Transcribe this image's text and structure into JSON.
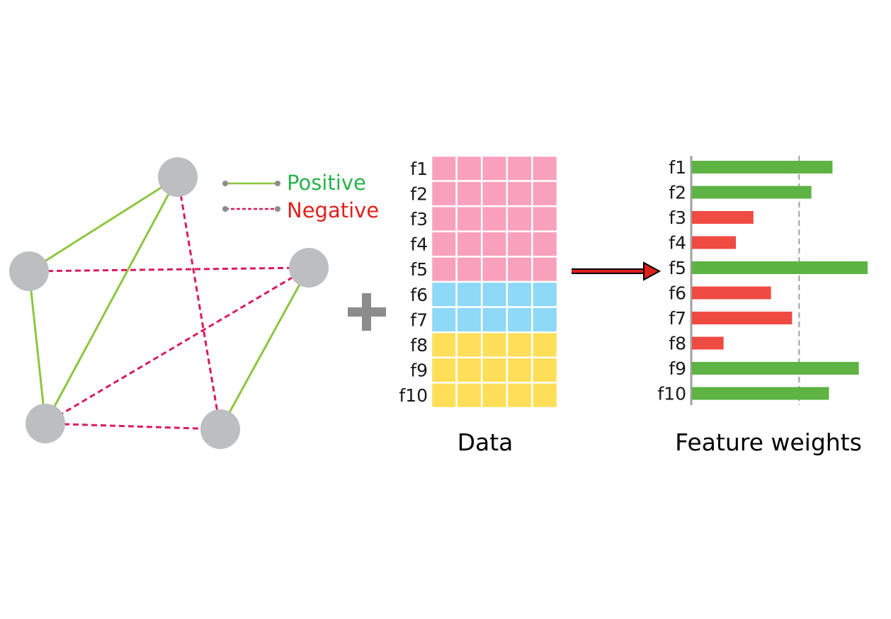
{
  "legend": {
    "positive_label": "Positive",
    "negative_label": "Negative"
  },
  "colors": {
    "positive": "#8dc63f",
    "negative": "#d81b60",
    "positive_text": "#2bb24c",
    "negative_text": "#e0201b",
    "node": "#bcbec0",
    "plus": "#8c8c8c",
    "arrow": "#e0201b",
    "bar_positive": "#5db443",
    "bar_negative": "#ef4b43",
    "threshold_line": "#a0a0a0"
  },
  "data_panel": {
    "caption": "Data",
    "feature_labels": [
      "f1",
      "f2",
      "f3",
      "f4",
      "f5",
      "f6",
      "f7",
      "f8",
      "f9",
      "f10"
    ],
    "columns": 5,
    "groups": [
      {
        "color": "#f9a0bd",
        "rows": 5
      },
      {
        "color": "#8ed8f8",
        "rows": 2
      },
      {
        "color": "#ffde59",
        "rows": 3
      }
    ]
  },
  "chart_data": {
    "type": "bar",
    "caption": "Feature weights",
    "categories": [
      "f1",
      "f2",
      "f3",
      "f4",
      "f5",
      "f6",
      "f7",
      "f8",
      "f9",
      "f10"
    ],
    "values": [
      0.8,
      0.68,
      0.35,
      0.25,
      1.0,
      0.45,
      0.57,
      0.18,
      0.95,
      0.78
    ],
    "signs": [
      "positive",
      "positive",
      "negative",
      "negative",
      "positive",
      "negative",
      "negative",
      "negative",
      "positive",
      "positive"
    ],
    "xlim": [
      0,
      1
    ],
    "threshold": 0.61
  }
}
